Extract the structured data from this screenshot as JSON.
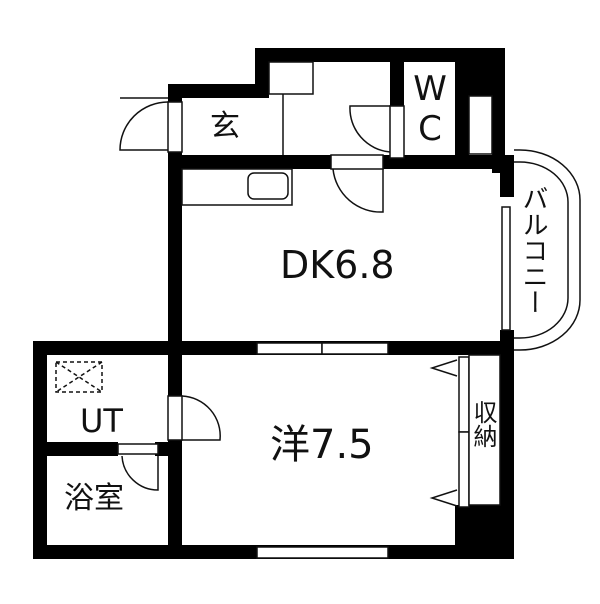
{
  "floorplan": {
    "rooms": [
      {
        "id": "genkan",
        "label": "玄"
      },
      {
        "id": "wc",
        "label_top": "W",
        "label_bottom": "C"
      },
      {
        "id": "dk",
        "label": "DK6.8"
      },
      {
        "id": "balcony",
        "label": "バルコニー"
      },
      {
        "id": "ut",
        "label": "UT"
      },
      {
        "id": "bath",
        "label": "浴室"
      },
      {
        "id": "western",
        "label": "洋7.5"
      },
      {
        "id": "storage",
        "label": "収納"
      }
    ],
    "colors": {
      "wall": "#000000",
      "background": "#ffffff",
      "line": "#111111"
    }
  }
}
